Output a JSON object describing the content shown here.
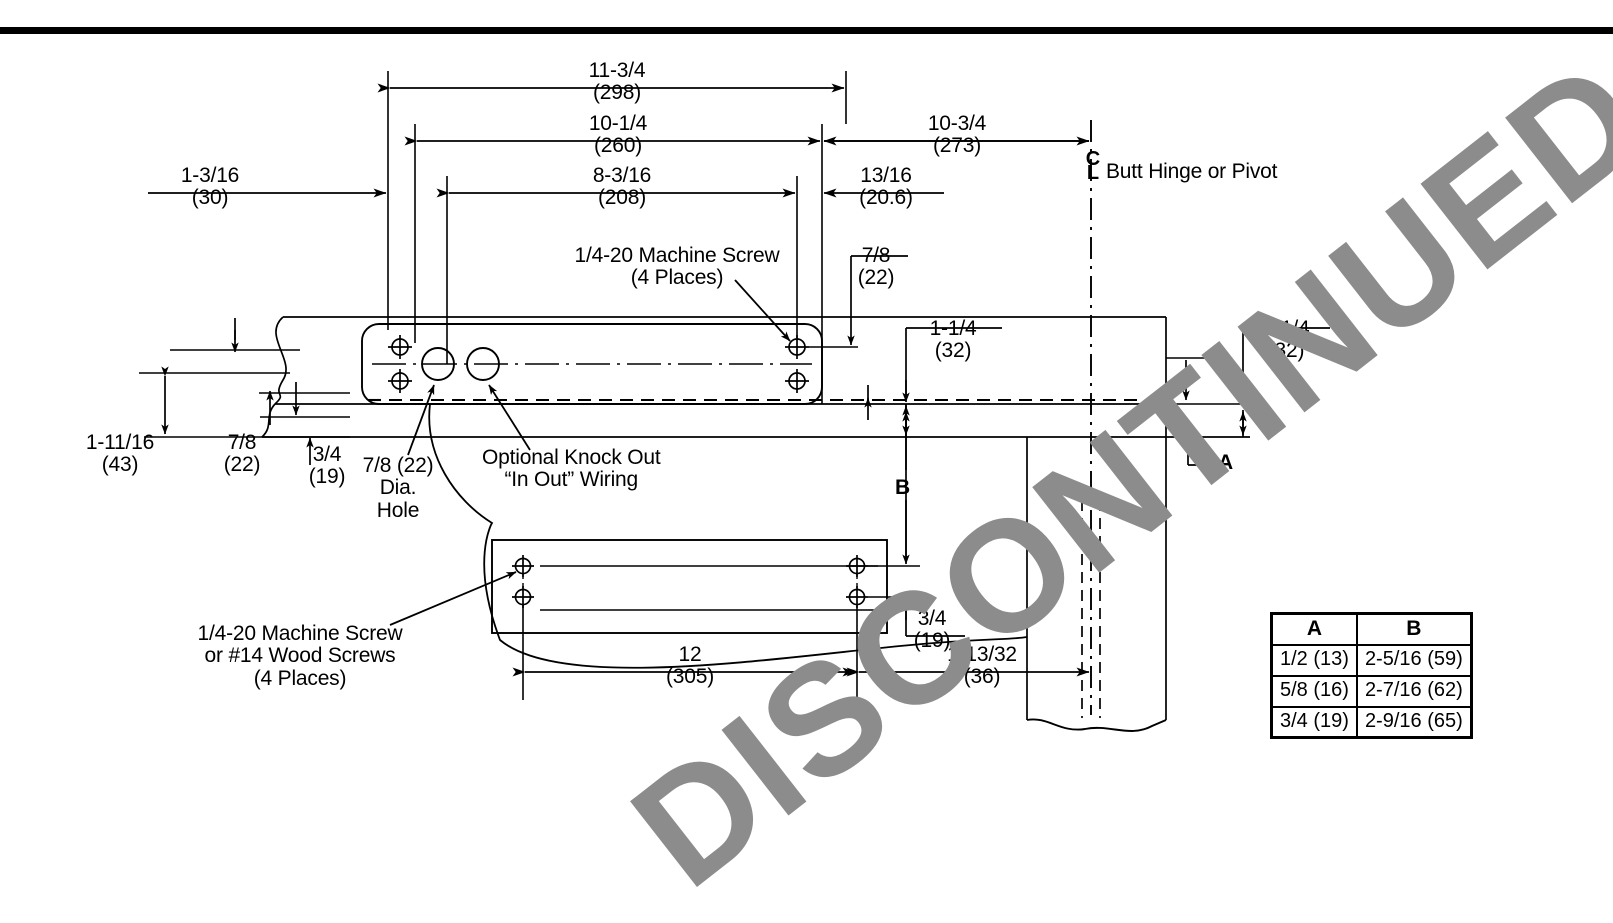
{
  "drawing": {
    "title_rule": true,
    "watermark": "DISCONTINUED",
    "watermark_color": "#8c8c8c",
    "line_color": "#000000",
    "background": "#ffffff"
  },
  "labels": {
    "centerline_symbol_c": "C",
    "centerline_symbol_l": "L",
    "butt_hinge": "Butt Hinge or Pivot",
    "machine_screw_top_l1": "1/4-20 Machine Screw",
    "machine_screw_top_l2": "(4 Places)",
    "knock_out_l1": "Optional Knock Out",
    "knock_out_l2": "“In Out” Wiring",
    "dia_hole_l1": "7/8 (22)",
    "dia_hole_l2": "Dia.",
    "dia_hole_l3": "Hole",
    "wood_screw_l1": "1/4-20 Machine Screw",
    "wood_screw_l2": "or #14 Wood Screws",
    "wood_screw_l3": "(4 Places)",
    "letter_a": "A",
    "letter_b": "B"
  },
  "dimensions": {
    "d_11_34": {
      "in": "11-3/4",
      "mm": "(298)"
    },
    "d_10_14": {
      "in": "10-1/4",
      "mm": "(260)"
    },
    "d_10_34": {
      "in": "10-3/4",
      "mm": "(273)"
    },
    "d_1_316": {
      "in": "1-3/16",
      "mm": "(30)"
    },
    "d_8_316": {
      "in": "8-3/16",
      "mm": "(208)"
    },
    "d_13_16": {
      "in": "13/16",
      "mm": "(20.6)"
    },
    "d_7_8_top": {
      "in": "7/8",
      "mm": "(22)"
    },
    "d_1_14_mid": {
      "in": "1-1/4",
      "mm": "(32)"
    },
    "d_1_14_right": {
      "in": "1-1/4",
      "mm": "(32)"
    },
    "d_1_1116": {
      "in": "1-11/16",
      "mm": "(43)"
    },
    "d_7_8_left": {
      "in": "7/8",
      "mm": "(22)"
    },
    "d_3_4_left": {
      "in": "3/4",
      "mm": "(19)"
    },
    "d_3_4_low": {
      "in": "3/4",
      "mm": "(19)"
    },
    "d_12": {
      "in": "12",
      "mm": "(305)"
    },
    "d_1_1332": {
      "in": "1-13/32",
      "mm": "(36)"
    }
  },
  "ab_table": {
    "headers": [
      "A",
      "B"
    ],
    "rows": [
      [
        "1/2 (13)",
        "2-5/16 (59)"
      ],
      [
        "5/8 (16)",
        "2-7/16 (62)"
      ],
      [
        "3/4 (19)",
        "2-9/16 (65)"
      ]
    ]
  }
}
